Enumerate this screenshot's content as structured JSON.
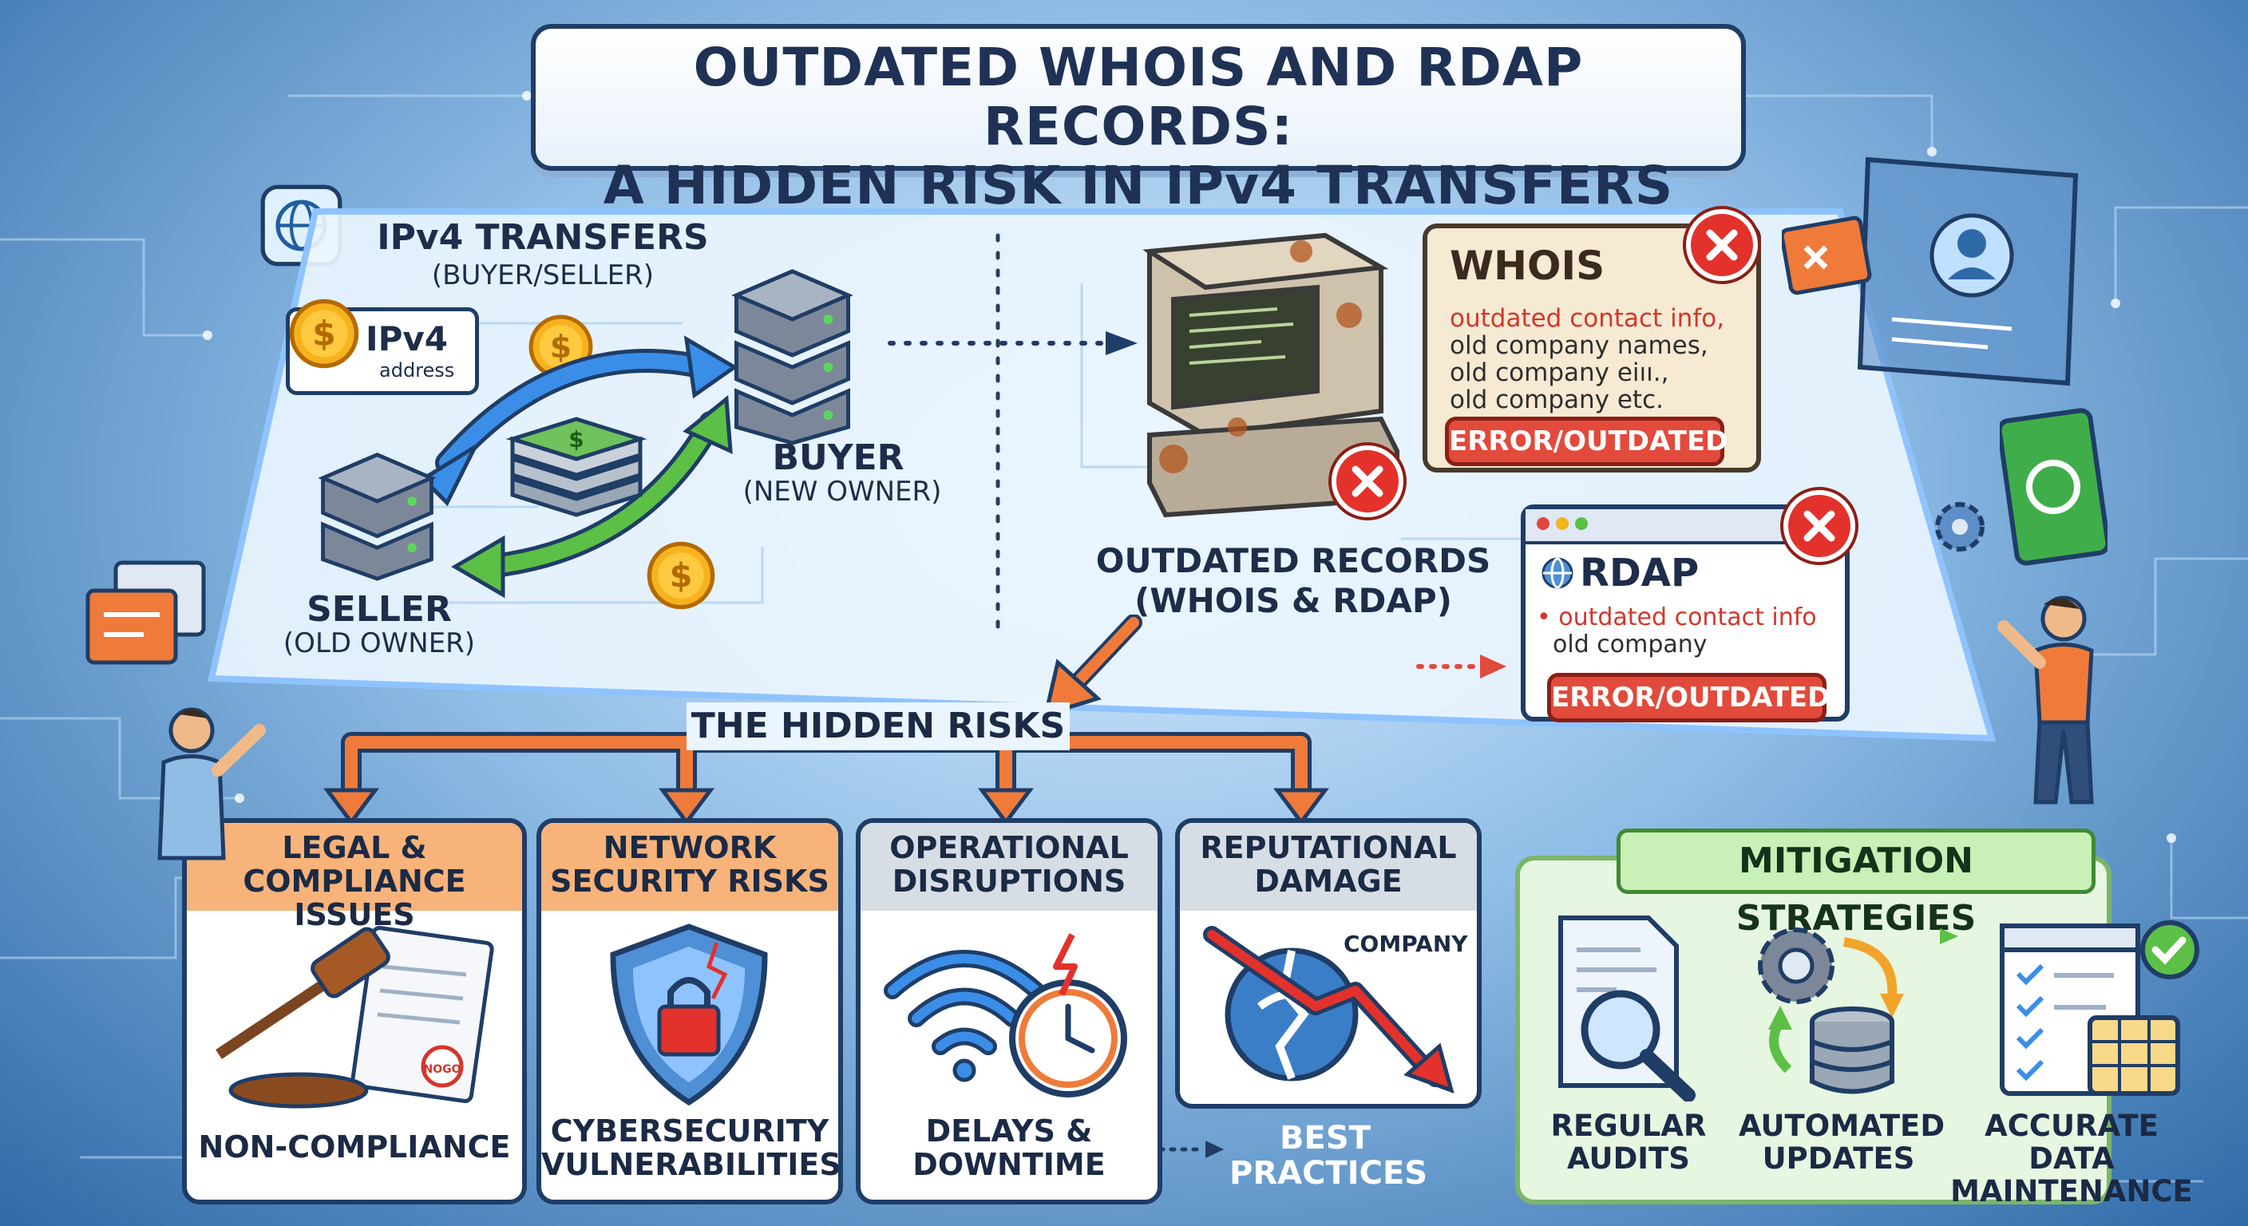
{
  "title": {
    "line1": "OUTDATED WHOIS AND RDAP RECORDS:",
    "line2": "A HIDDEN RISK IN IPv4 TRANSFERS"
  },
  "transfer": {
    "heading": "IPv4 TRANSFERS",
    "heading_sub": "(BUYER/SELLER)",
    "tag_title": "IPv4",
    "tag_sub": "address",
    "buyer": "BUYER",
    "buyer_sub": "(NEW OWNER)",
    "seller": "SELLER",
    "seller_sub": "(OLD OWNER)"
  },
  "outdated": {
    "label": "OUTDATED RECORDS",
    "label_sub": "(WHOIS & RDAP)"
  },
  "whois": {
    "title": "WHOIS",
    "lines": [
      "outdated contact info,",
      "old company names,",
      "old company eiıı.,",
      "old company etc."
    ],
    "error": "ERROR/OUTDATED"
  },
  "rdap": {
    "title": "RDAP",
    "bullet": "• outdated contact info",
    "line2": "old company",
    "error": "ERROR/OUTDATED"
  },
  "hidden_risks": "THE HIDDEN RISKS",
  "risks": [
    {
      "title": "LEGAL & COMPLIANCE ISSUES",
      "head_color": "#f7b37a",
      "foot": "NON-COMPLIANCE"
    },
    {
      "title": "NETWORK SECURITY RISKS",
      "head_color": "#f7b37a",
      "foot": "CYBERSECURITY VULNERABILITIES"
    },
    {
      "title": "OPERATIONAL DISRUPTIONS",
      "head_color": "#d7dde4",
      "foot": "DELAYS & DOWNTIME"
    },
    {
      "title": "REPUTATIONAL DAMAGE",
      "head_color": "#d7dde4",
      "foot": ""
    }
  ],
  "reputation_company": "COMPANY",
  "seal_text": "NOGO",
  "best_practices": "BEST PRACTICES",
  "mitigation": {
    "title": "MITIGATION STRATEGIES",
    "items": [
      "REGULAR AUDITS",
      "AUTOMATED UPDATES",
      "ACCURATE DATA MAINTENANCE"
    ]
  },
  "colors": {
    "accent_orange": "#f07a3a",
    "error_red": "#e24a3b",
    "mitigation_green": "#7bb56a",
    "frame_navy": "#1f3d66"
  },
  "icons": [
    "globe-icon",
    "dollar-coin-icon",
    "server-icon",
    "cash-stack-icon",
    "old-computer-icon",
    "close-icon",
    "gavel-icon",
    "document-icon",
    "shield-lock-icon",
    "broken-wifi-icon",
    "stopwatch-icon",
    "lightning-icon",
    "broken-globe-icon",
    "downtrend-arrow-icon",
    "magnifier-icon",
    "gear-icon",
    "database-icon",
    "checklist-icon",
    "checkmark-icon",
    "spreadsheet-icon",
    "person-icon",
    "monitor-profile-icon"
  ]
}
